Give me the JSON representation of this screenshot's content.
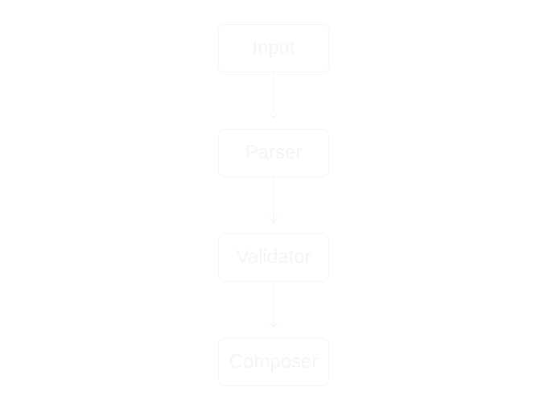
{
  "diagram": {
    "nodes": [
      {
        "label": "Input"
      },
      {
        "label": "Parser"
      },
      {
        "label": "Validator"
      },
      {
        "label": "Composer"
      }
    ],
    "edges": [
      {
        "from": "Input",
        "to": "Parser"
      },
      {
        "from": "Parser",
        "to": "Validator"
      },
      {
        "from": "Validator",
        "to": "Composer"
      }
    ],
    "colors": {
      "background": "#ffffff",
      "node_border": "#f6f6f6",
      "node_text": "#f5f5f5",
      "edge": "#f3f3f3"
    }
  }
}
